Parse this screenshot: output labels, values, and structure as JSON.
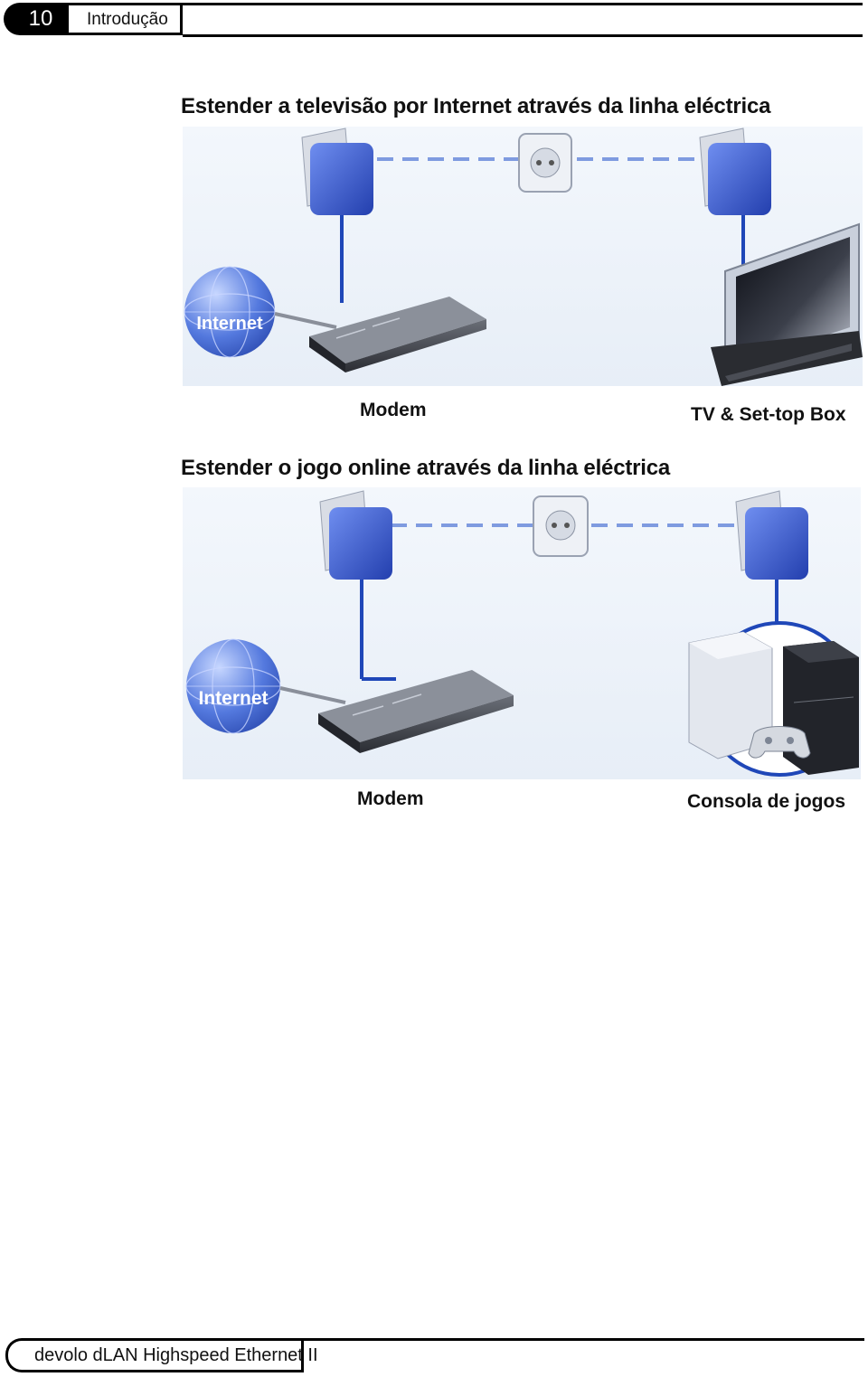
{
  "header": {
    "page_number": "10",
    "section": "Introdução"
  },
  "sections": [
    {
      "title": "Estender a televisão por Internet através da linha eléctrica",
      "labels": {
        "internet": "Internet",
        "modem": "Modem",
        "device": "TV & Set-top Box"
      }
    },
    {
      "title": "Estender o jogo online através da linha eléctrica",
      "labels": {
        "internet": "Internet",
        "modem": "Modem",
        "device": "Consola de jogos"
      }
    }
  ],
  "footer": {
    "product": "devolo dLAN Highspeed Ethernet II"
  },
  "colors": {
    "adapter_blue": "#2f55c8",
    "cable_blue": "#1f47b8",
    "dash_blue": "#7f9be0",
    "background_tint": "#eef4fb"
  }
}
